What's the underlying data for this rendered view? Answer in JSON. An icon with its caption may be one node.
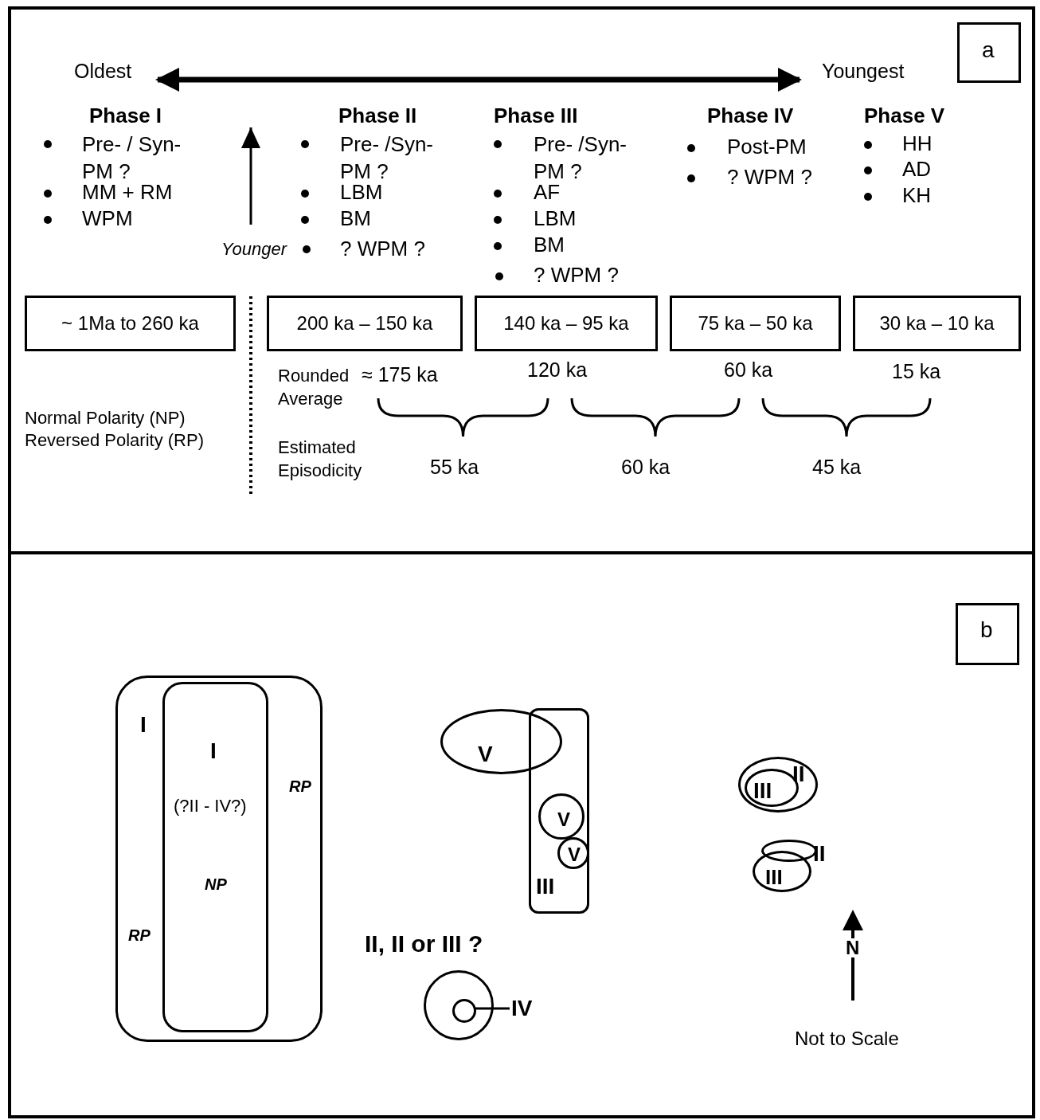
{
  "diagram": {
    "nodes": [
      {
        "text": [
          "a"
        ]
      },
      {
        "text": [
          "~ 1Ma to 260 ka"
        ]
      },
      {
        "text": [
          "200 ka – 150 ka"
        ]
      },
      {
        "text": [
          "140 ka – 95 ka"
        ]
      },
      {
        "text": [
          "75 ka – 50 ka"
        ]
      },
      {
        "text": [
          "30 ka – 10 ka"
        ]
      },
      {
        "text": [
          "b"
        ]
      },
      {
        "text": [
          "I",
          "RP",
          "RP"
        ]
      },
      {
        "text": [
          "I",
          "(?II - IV?)",
          "NP"
        ],
        "in": 7
      },
      {
        "text": [
          "V"
        ]
      },
      {
        "text": [
          "III"
        ]
      },
      {
        "text": [
          "V"
        ],
        "in": 10
      },
      {
        "text": [
          "V"
        ],
        "in": 10
      },
      {
        "text": [],
        "shape": "circle",
        "beside": [
          "II, II or III ?"
        ]
      },
      {
        "text": [],
        "shape": "circle",
        "in": 13
      },
      {
        "text": [
          "IV"
        ]
      },
      {
        "text": [
          "II"
        ]
      },
      {
        "text": [
          "III"
        ],
        "in": 16
      },
      {
        "text": [
          "II"
        ]
      },
      {
        "text": [
          "III"
        ]
      }
    ],
    "edges": [
      {
        "from": 15,
        "to": 14,
        "arrow": "none"
      }
    ],
    "labels": [
      "Oldest",
      "Youngest",
      "Phase I",
      "Pre- / Syn- PM ?",
      "MM + RM",
      "WPM",
      "Younger",
      "Phase II",
      "Pre- /Syn- PM ?",
      "LBM",
      "BM",
      "? WPM ?",
      "Phase III",
      "Pre- /Syn- PM ?",
      "AF",
      "LBM",
      "BM",
      "? WPM ?",
      "Phase IV",
      "Post-PM",
      "? WPM ?",
      "Phase V",
      "HH",
      "AD",
      "KH",
      "Rounded Average",
      "≈ 175 ka",
      "120 ka",
      "60 ka",
      "15 ka",
      "Normal Polarity (NP)",
      "Reversed Polarity (RP)",
      "Estimated Episodicity",
      "55 ka",
      "60 ka",
      "45 ka",
      "N",
      "Not to Scale"
    ]
  }
}
